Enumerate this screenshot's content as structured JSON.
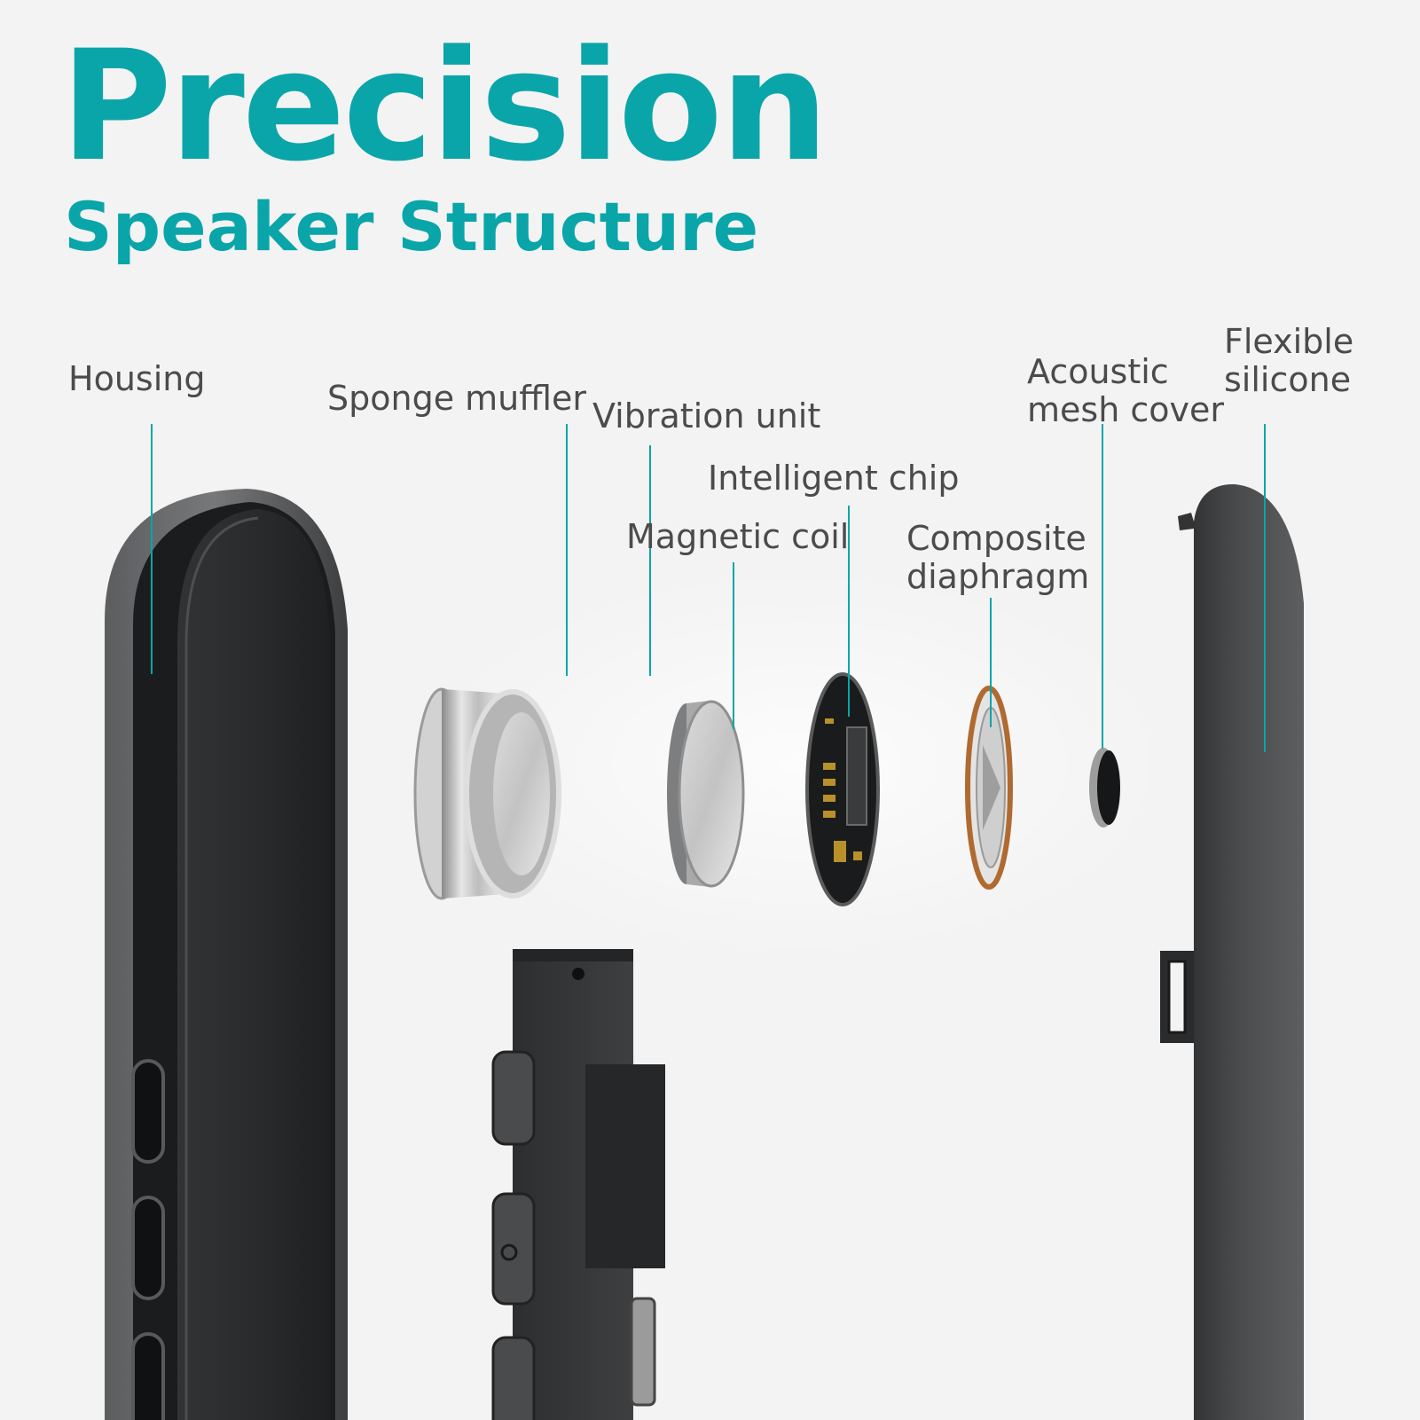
{
  "title": {
    "main": "Precision",
    "sub": "Speaker Structure"
  },
  "colors": {
    "accent": "#0aa5a9",
    "label_text": "#4b4b4b",
    "background": "#f3f3f3",
    "housing": "#2f3031"
  },
  "labels": {
    "housing": "Housing",
    "sponge_muffler": "Sponge muffler",
    "vibration_unit": "Vibration unit",
    "intelligent_chip": "Intelligent chip",
    "magnetic_coil": "Magnetic coil",
    "composite_diaphragm": "Composite\ndiaphragm",
    "acoustic_mesh_cover": "Acoustic\nmesh cover",
    "flexible_silicone": "Flexible\nsilicone"
  }
}
